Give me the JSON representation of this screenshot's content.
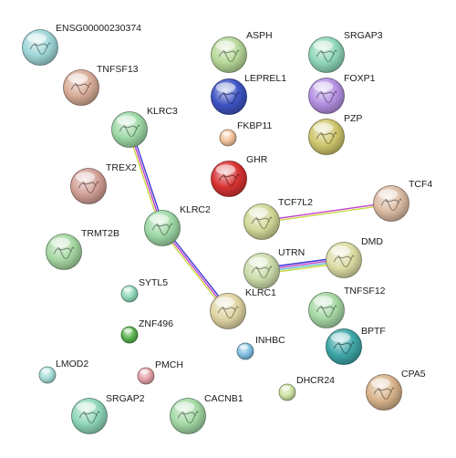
{
  "network": {
    "nodes": [
      {
        "id": "ENSG00000230374",
        "label": "ENSG00000230374",
        "color": "#9fd6d8",
        "size": "large"
      },
      {
        "id": "TNFSF13",
        "label": "TNFSF13",
        "color": "#d8ac98",
        "size": "large"
      },
      {
        "id": "KLRC3",
        "label": "KLRC3",
        "color": "#9ed8a6",
        "size": "large"
      },
      {
        "id": "TREX2",
        "label": "TREX2",
        "color": "#d2a096",
        "size": "large"
      },
      {
        "id": "KLRC2",
        "label": "KLRC2",
        "color": "#9ed8a6",
        "size": "large"
      },
      {
        "id": "TRMT2B",
        "label": "TRMT2B",
        "color": "#a6d8a2",
        "size": "large"
      },
      {
        "id": "SYTL5",
        "label": "SYTL5",
        "color": "#8fd8b8",
        "size": "small"
      },
      {
        "id": "ZNF496",
        "label": "ZNF496",
        "color": "#58b24c",
        "size": "small"
      },
      {
        "id": "LMOD2",
        "label": "LMOD2",
        "color": "#a4dcd8",
        "size": "small"
      },
      {
        "id": "PMCH",
        "label": "PMCH",
        "color": "#e3a0a6",
        "size": "small"
      },
      {
        "id": "SRGAP2",
        "label": "SRGAP2",
        "color": "#8fd6b8",
        "size": "large"
      },
      {
        "id": "CACNB1",
        "label": "CACNB1",
        "color": "#a2d8a4",
        "size": "large"
      },
      {
        "id": "ASPH",
        "label": "ASPH",
        "color": "#b6d898",
        "size": "large"
      },
      {
        "id": "LEPREL1",
        "label": "LEPREL1",
        "color": "#3e54c4",
        "size": "large"
      },
      {
        "id": "FKBP11",
        "label": "FKBP11",
        "color": "#f0c098",
        "size": "small"
      },
      {
        "id": "GHR",
        "label": "GHR",
        "color": "#d83232",
        "size": "large"
      },
      {
        "id": "SRGAP3",
        "label": "SRGAP3",
        "color": "#8fd6b8",
        "size": "large"
      },
      {
        "id": "FOXP1",
        "label": "FOXP1",
        "color": "#b490e2",
        "size": "large"
      },
      {
        "id": "PZP",
        "label": "PZP",
        "color": "#cfc66c",
        "size": "large"
      },
      {
        "id": "TCF7L2",
        "label": "TCF7L2",
        "color": "#d2d898",
        "size": "large"
      },
      {
        "id": "TCF4",
        "label": "TCF4",
        "color": "#dcbca4",
        "size": "large"
      },
      {
        "id": "UTRN",
        "label": "UTRN",
        "color": "#ccdcaa",
        "size": "large"
      },
      {
        "id": "DMD",
        "label": "DMD",
        "color": "#dcdca4",
        "size": "large"
      },
      {
        "id": "KLRC1",
        "label": "KLRC1",
        "color": "#e0d4a4",
        "size": "large"
      },
      {
        "id": "TNFSF12",
        "label": "TNFSF12",
        "color": "#a6d8a4",
        "size": "large"
      },
      {
        "id": "INHBC",
        "label": "INHBC",
        "color": "#80bee0",
        "size": "small"
      },
      {
        "id": "BPTF",
        "label": "BPTF",
        "color": "#3ea6a8",
        "size": "large"
      },
      {
        "id": "DHCR24",
        "label": "DHCR24",
        "color": "#cce2a2",
        "size": "small"
      },
      {
        "id": "CPA5",
        "label": "CPA5",
        "color": "#d8b48c",
        "size": "large"
      }
    ],
    "edges": [
      {
        "source": "KLRC3",
        "target": "KLRC2",
        "colors": [
          "#3a36d8",
          "#c040c8",
          "#c8d840"
        ]
      },
      {
        "source": "KLRC2",
        "target": "KLRC1",
        "colors": [
          "#3a36d8",
          "#c040c8",
          "#c8d840"
        ]
      },
      {
        "source": "TCF7L2",
        "target": "TCF4",
        "colors": [
          "#c040c8",
          "#c8d840"
        ]
      },
      {
        "source": "UTRN",
        "target": "DMD",
        "colors": [
          "#3a36d8",
          "#c040c8",
          "#5cc0c8",
          "#c8d840"
        ]
      }
    ]
  }
}
